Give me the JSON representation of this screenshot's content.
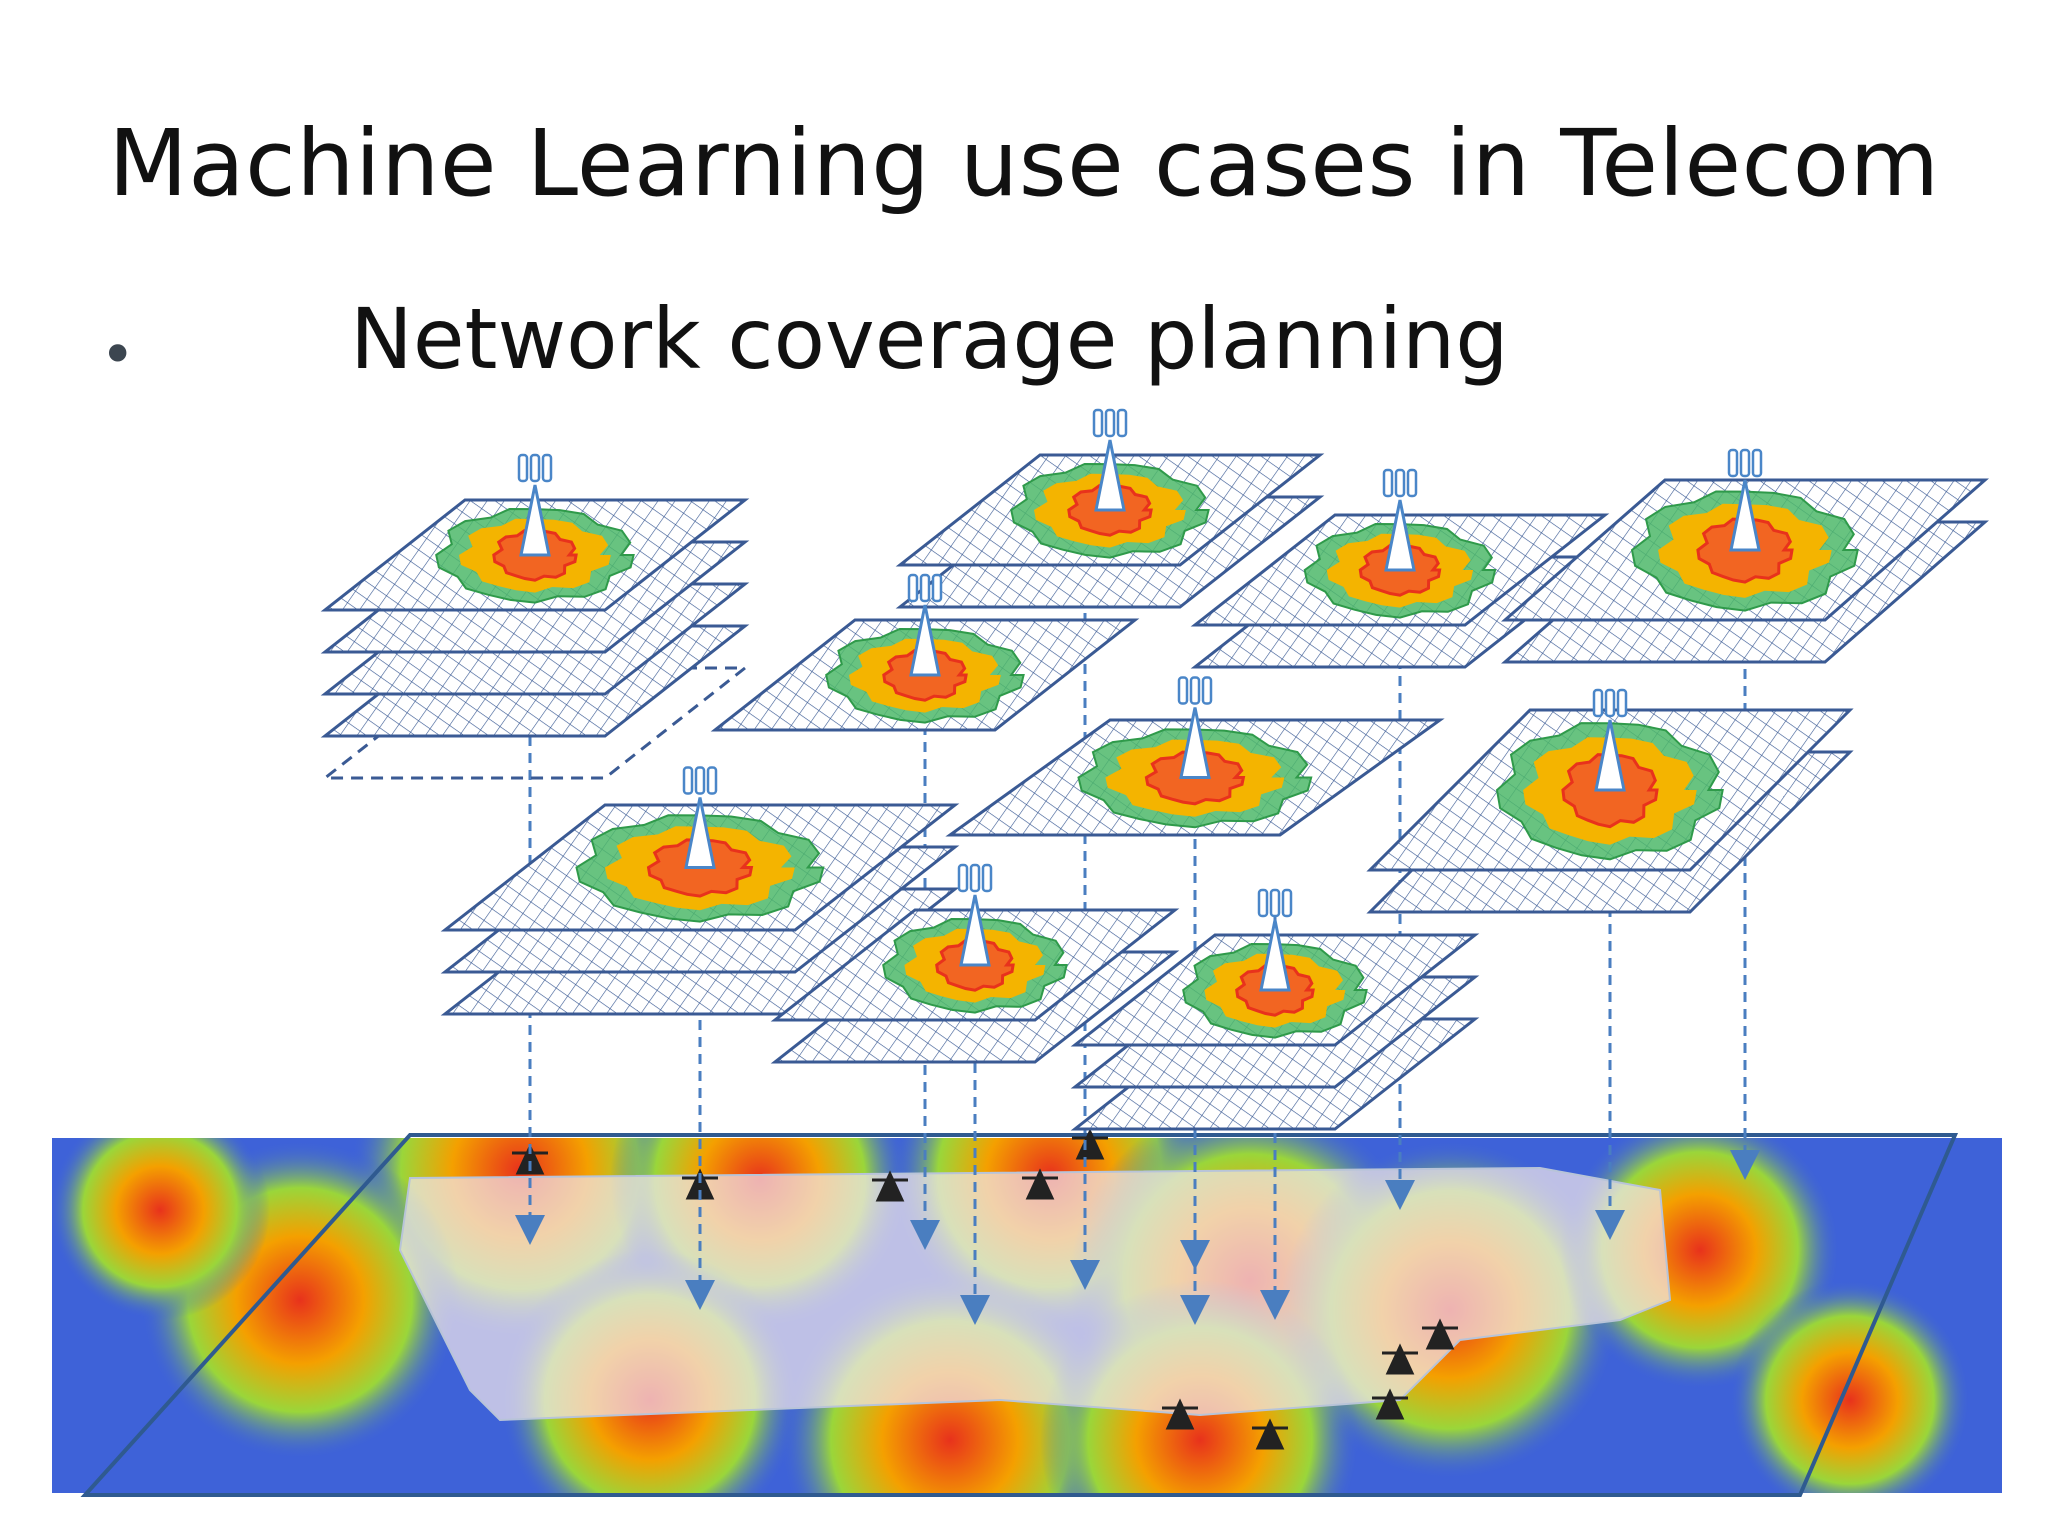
{
  "slide": {
    "title": "Machine Learning use cases in Telecom",
    "bullets": [
      {
        "marker": "•",
        "text": "Network coverage planning"
      }
    ]
  },
  "diagram": {
    "icons": {
      "tower": "cell-tower-icon",
      "grid_layer": "coverage-grid-layer",
      "projection": "dashed-projection-arrow"
    },
    "colors": {
      "grid_line": "#3a5a94",
      "grid_fill": "#ffffff",
      "coverage_green": "#4db86a",
      "coverage_yellow": "#f4b400",
      "coverage_orange": "#f26522",
      "coverage_red": "#e8321c",
      "tower_blue": "#4a86c8",
      "arrow_blue": "#4a7ec0",
      "map_blue": "#3e62d8",
      "map_frame": "#2f5a90"
    }
  }
}
